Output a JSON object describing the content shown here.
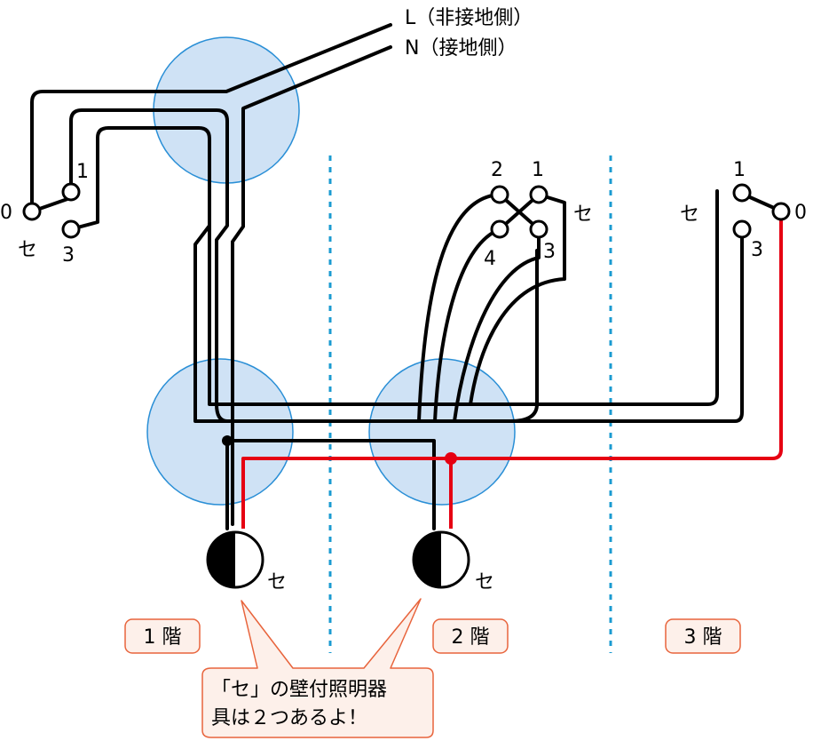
{
  "supply": {
    "line_label": "L（非接地側）",
    "neutral_label": "N（接地側）"
  },
  "switches": {
    "floor1": {
      "t0": "0",
      "t1": "1",
      "t3": "3",
      "mark": "セ"
    },
    "floor2": {
      "t1": "1",
      "t2": "2",
      "t3": "3",
      "t4": "4",
      "mark": "セ"
    },
    "floor3": {
      "t0": "0",
      "t1": "1",
      "t3": "3",
      "mark": "セ"
    }
  },
  "lamps": {
    "lamp1_mark": "セ",
    "lamp2_mark": "セ"
  },
  "floors": [
    "1 階",
    "2 階",
    "3 階"
  ],
  "callout": {
    "line1": "「セ」の壁付照明器",
    "line2": "具は２つあるよ！"
  },
  "colors": {
    "wire": "#000000",
    "red_wire": "#e60012",
    "box_fill": "#cfe2f5",
    "box_stroke": "#2a8fd6",
    "divider": "#1b9bd1",
    "floor_border": "#e8643c",
    "floor_fill": "#fdf0ea"
  }
}
